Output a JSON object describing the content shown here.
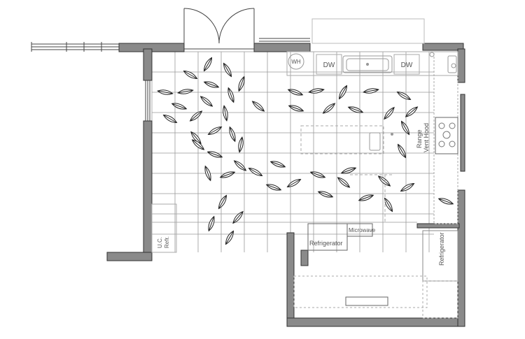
{
  "labels": {
    "water_heater": "WH",
    "dishwasher_left": "DW",
    "dishwasher_right": "DW",
    "range": "Range",
    "vent_hood": "Vent Hood",
    "refrigerator_main": "Refrigerator",
    "microwave": "Microwave",
    "refrigerator_pantry": "Refrigerator",
    "uc_refrigerator_line1": "U.C.",
    "uc_refrigerator_line2": "Refr."
  },
  "colors": {
    "wall_fill": "#8a8a8a",
    "wall_stroke": "#333333",
    "line": "#444444",
    "light_line": "#aaaaaa",
    "leaf_fill": "#ffffff"
  },
  "icons": {
    "leaf": "leaf-pattern-icon",
    "sink": "sink-icon",
    "door_swing": "door-swing-icon",
    "range": "cooktop-burner-icon"
  }
}
